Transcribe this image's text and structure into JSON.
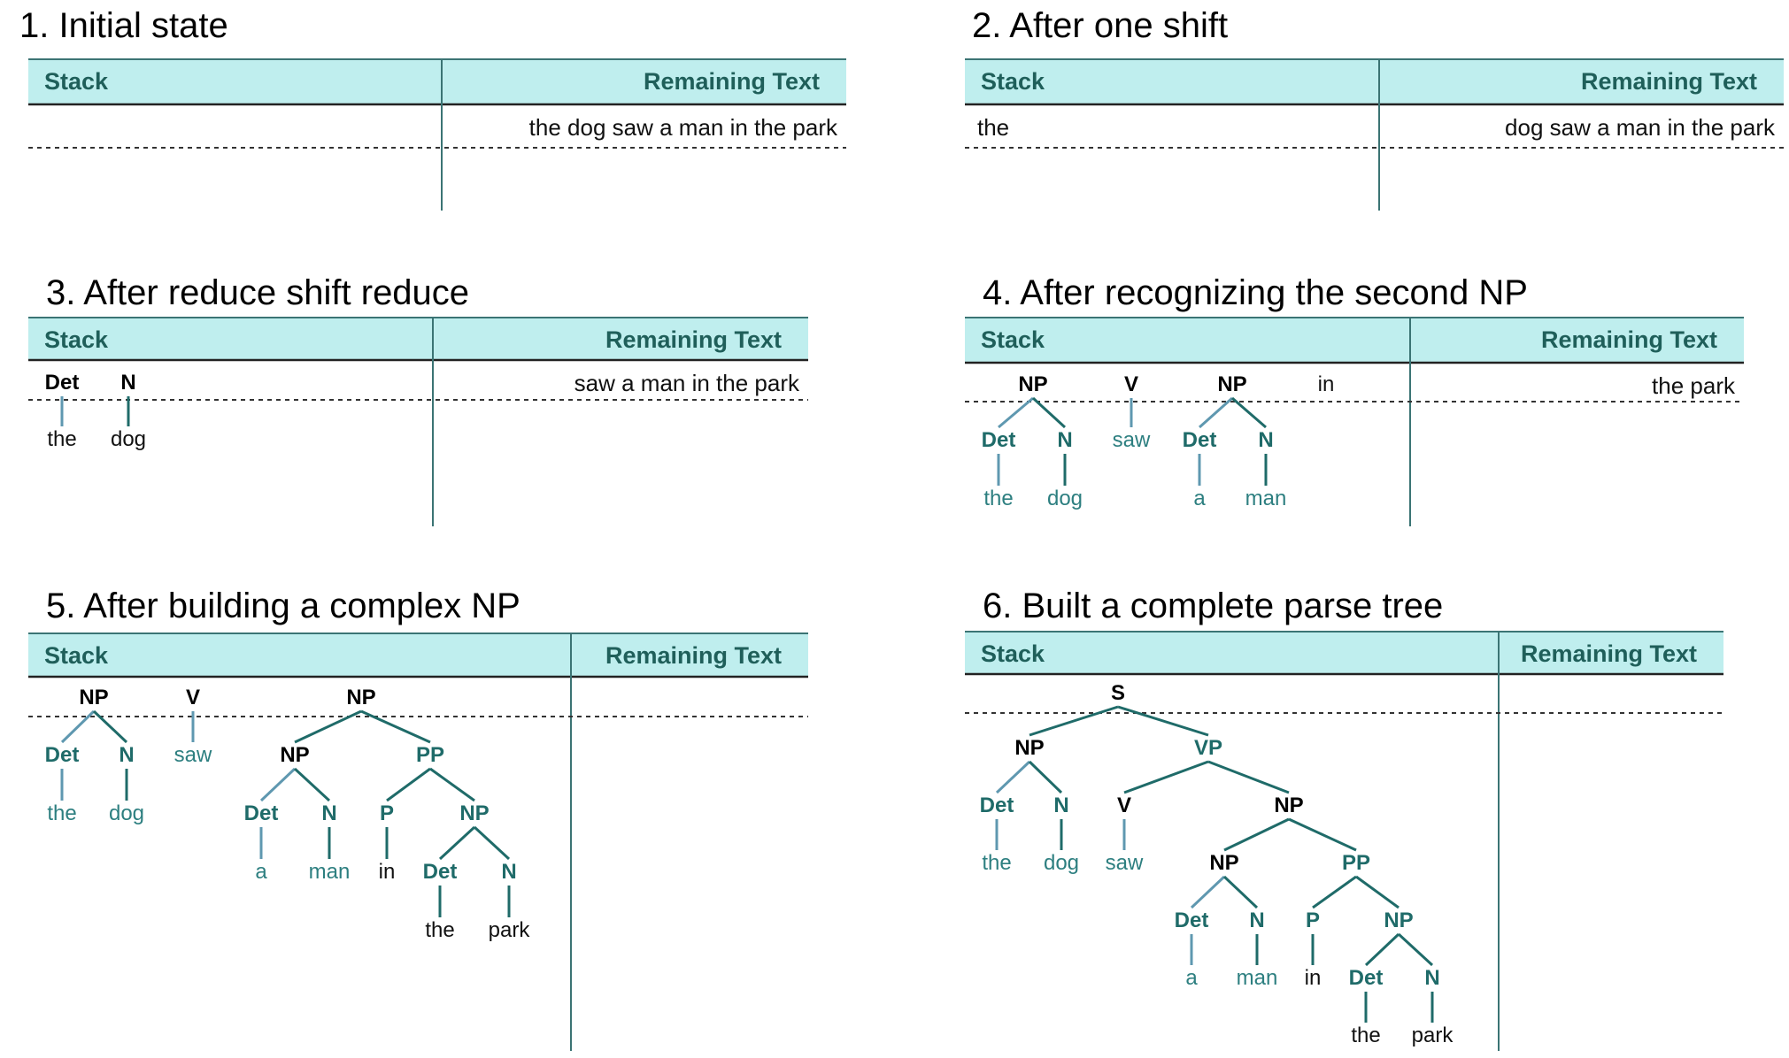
{
  "colors": {
    "header_fill": "#bfeeee",
    "header_text": "#1f5f5a",
    "cat_dark": "#000000",
    "cat_teal": "#1f6b69",
    "cat_light": "#3d8a8c",
    "line_light": "#5f98b0",
    "line_dark": "#1f6b69",
    "divider": "#3b7474",
    "word_black": "#111111",
    "word_teal": "#2d7f80"
  },
  "labels": {
    "stack": "Stack",
    "remaining": "Remaining Text"
  },
  "panels": [
    {
      "title": "1. Initial state",
      "remaining_words": [
        "the",
        "dog",
        "saw",
        "a",
        "man",
        "in",
        "the",
        "park"
      ],
      "stack_text": []
    },
    {
      "title": "2. After one shift",
      "remaining_words": [
        "dog",
        "saw",
        "a",
        "man",
        "in",
        "the",
        "park"
      ],
      "stack_text": [
        "the"
      ]
    },
    {
      "title": "3. After reduce shift reduce",
      "remaining_words": [
        "saw",
        "a",
        "man",
        "in",
        "the",
        "park"
      ],
      "stack_text": [
        "Det",
        "N",
        "the",
        "dog"
      ]
    },
    {
      "title": "4. After recognizing the second NP",
      "remaining_words": [
        "the",
        "park"
      ],
      "stack_text": [
        "NP",
        "V",
        "NP",
        "in",
        "Det",
        "N",
        "saw",
        "Det",
        "N",
        "the",
        "dog",
        "a",
        "man"
      ]
    },
    {
      "title": "5. After building a complex NP",
      "remaining_words": [],
      "stack_text": [
        "NP",
        "V",
        "NP",
        "Det",
        "N",
        "saw",
        "NP",
        "PP",
        "the",
        "dog",
        "Det",
        "N",
        "P",
        "NP",
        "a",
        "man",
        "in",
        "Det",
        "N",
        "the",
        "park"
      ]
    },
    {
      "title": "6. Built a complete parse tree",
      "remaining_words": [],
      "stack_text": [
        "S",
        "NP",
        "VP",
        "Det",
        "N",
        "V",
        "NP",
        "the",
        "dog",
        "saw",
        "NP",
        "PP",
        "Det",
        "N",
        "P",
        "NP",
        "a",
        "man",
        "in",
        "Det",
        "N",
        "the",
        "park"
      ]
    }
  ]
}
